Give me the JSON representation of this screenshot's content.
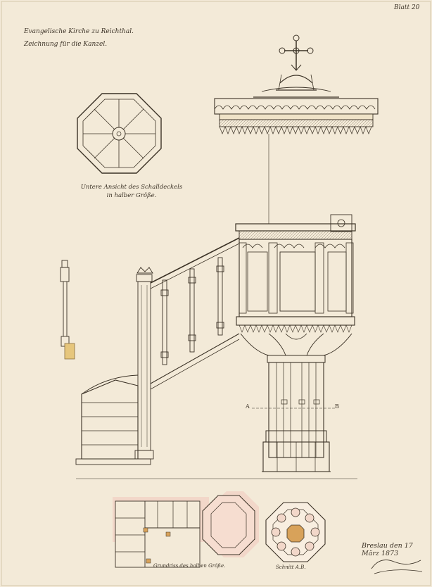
{
  "sheet": {
    "number": "Blatt 20",
    "title_line_1": "Evangelische Kirche zu Reichthal.",
    "title_line_2": "Zeichnung für die Kanzel."
  },
  "captions": {
    "canopy_underside_1": "Untere Ansicht des Schalldeckels",
    "canopy_underside_2": "in halber Größe.",
    "plan": "Grundriss des halben Größe.",
    "section": "Schnitt A.B."
  },
  "section_marks": {
    "a": "A",
    "b": "B"
  },
  "signature": {
    "place_date": "Breslau den 17 März 1873",
    "name": "Lüdecke"
  },
  "colors": {
    "paper": "#f3ead8",
    "ink": "#3b3226",
    "wash": "#b9a98d",
    "pink_wash": "#e9b7a8",
    "ochre": "#d8a25a"
  }
}
